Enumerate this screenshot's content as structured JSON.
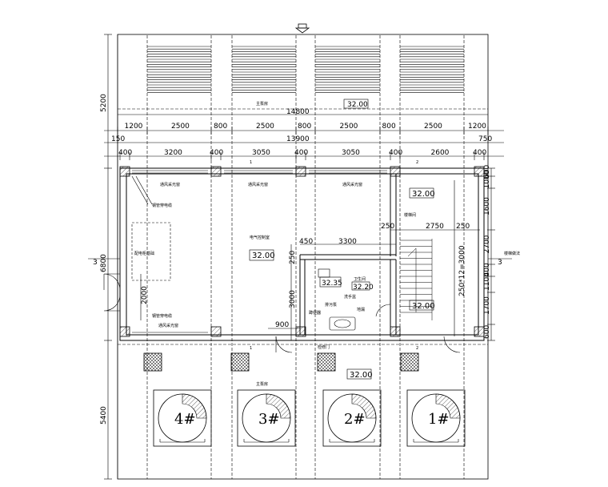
{
  "dims": {
    "top_total": "14800",
    "top_segments": [
      "1200",
      "2500",
      "800",
      "2500",
      "800",
      "2500",
      "800",
      "2500",
      "1200"
    ],
    "second_total": "13900",
    "second_left": "150",
    "second_right": "750",
    "third_segments": [
      "400",
      "3200",
      "400",
      "3050",
      "400",
      "3050",
      "400",
      "2600",
      "400"
    ],
    "left_top": "5200",
    "left_mid": "6800",
    "left_bottom": "5400",
    "door_h": "2000",
    "wc_h": "3000",
    "wc_door": "900",
    "wc_w": "3300",
    "wc_left": "450",
    "wc_250": "250",
    "stair_250a": "250",
    "stair_2750": "2750",
    "stair_250b": "250",
    "right_dims": [
      "600",
      "1000",
      "1600",
      "2700",
      "400",
      "1100",
      "1700",
      "600"
    ],
    "stair_flight": "250*12=3000"
  },
  "elevations": {
    "top": "32.00",
    "mid": "32.00",
    "stair_top": "32.00",
    "stair_bottom": "32.00",
    "wc_a": "32.35",
    "wc_b": "32.20",
    "bottom": "32.00"
  },
  "axes": {
    "left_num": "3",
    "right_num": "3",
    "top_1": "1",
    "top_2": "2",
    "bottom_1": "1",
    "bottom_2": "2"
  },
  "labels": {
    "top_room": "主泵房",
    "bottom_room": "主泵房",
    "central_room": "电气控制室",
    "stair_room": "楼梯间",
    "right_note": "楼梯做法",
    "box_label": "配电柜基础",
    "wc_label": "卫生间",
    "duct_1": "通风采光窗",
    "duct_2": "通风采光窗",
    "duct_3": "通风采光窗",
    "duct_bottom": "通风采光窗",
    "cable_top": "钢管穿电缆",
    "cable_bottom": "钢管穿电缆",
    "wc_item_a": "排污泵",
    "wc_item_b": "地漏",
    "wc_item_c": "洗手盆",
    "wc_item_d": "蹲便器",
    "wc_item_e": "检修门"
  },
  "pumps": [
    "4#",
    "3#",
    "2#",
    "1#"
  ],
  "colors": {
    "line": "#000000",
    "bg": "#ffffff"
  }
}
